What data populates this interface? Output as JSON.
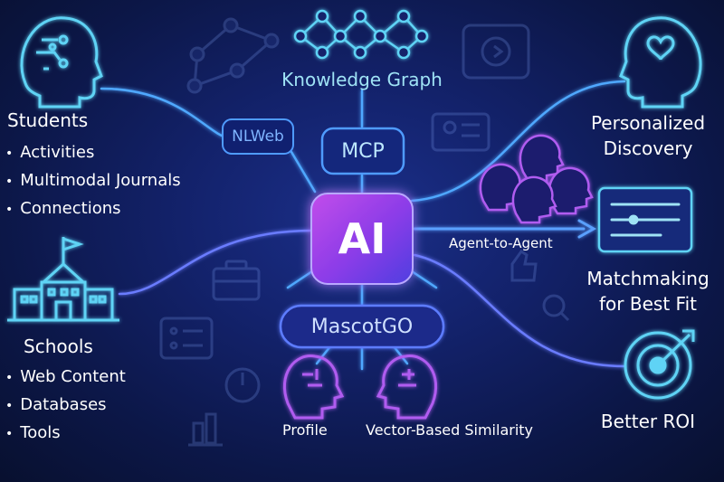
{
  "center": {
    "label": "AI"
  },
  "knowledge_graph": "Knowledge Graph",
  "nlweb": "NLWeb",
  "mcp": "MCP",
  "mascotgo": "MascotGO",
  "agent_to_agent": "Agent-to-Agent",
  "profile": "Profile",
  "vector_similarity": "Vector-Based Similarity",
  "students": {
    "title": "Students",
    "items": [
      "Activities",
      "Multimodal Journals",
      "Connections"
    ]
  },
  "schools": {
    "title": "Schools",
    "items": [
      "Web Content",
      "Databases",
      "Tools"
    ]
  },
  "outcomes": {
    "personalized": [
      "Personalized",
      "Discovery"
    ],
    "matchmaking": [
      "Matchmaking",
      "for Best Fit"
    ],
    "roi": "Better ROI"
  },
  "colors": {
    "accent_cyan": "#5fd3f5",
    "accent_purple": "#b05cf0",
    "line_blue": "#4f9bff",
    "background": "#13226b"
  }
}
